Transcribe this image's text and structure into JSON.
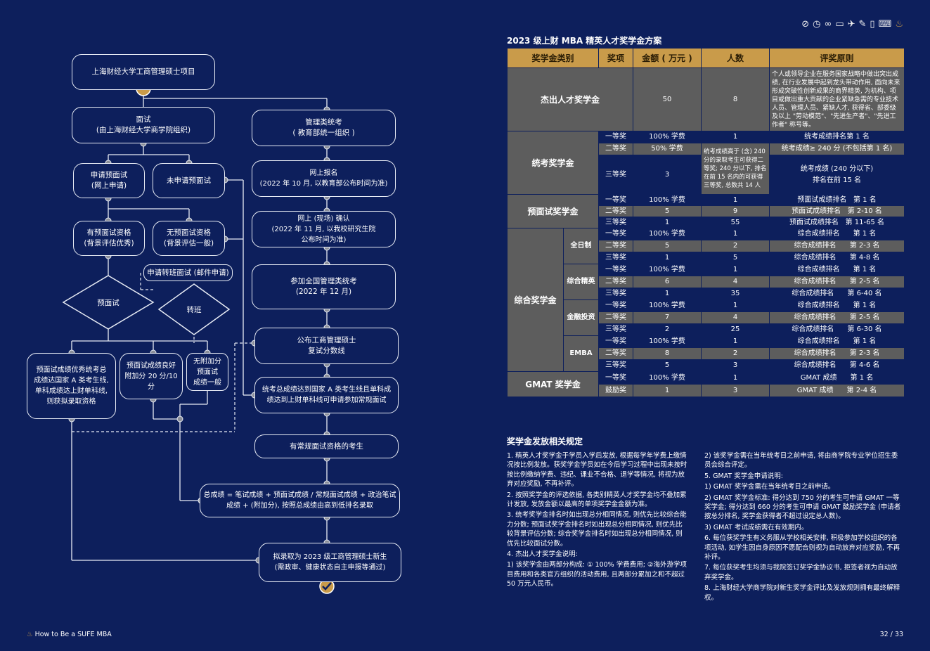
{
  "flow": {
    "n_program": "上海财经大学工商管理硕士项目",
    "n_interview": "面试\n(由上海财经大学商学院组织)",
    "n_apply_pre": "申请预面试\n(网上申请)",
    "n_no_apply_pre": "未申请预面试",
    "n_qualified": "有预面试资格\n(背景评估优秀)",
    "n_unqualified": "无预面试资格\n(背景评估一般)",
    "n_transfer_apply": "申请转班面试 (邮件申请)",
    "d_pre": "预面试",
    "d_transfer": "转班",
    "n_excellent": "预面试成绩优秀统考总\n成绩达国家 A 类考生线,\n单科成绩达上财单科线,\n则获拟录取资格",
    "n_good": "预面试成绩良好\n附加分 20 分/10 分",
    "n_no_bonus": "无附加分\n预面试\n成绩一般",
    "n_exam": "管理类统考\n( 教育部统一组织 )",
    "n_register": "网上报名\n(2022 年 10 月, 以教育部公布时间为准)",
    "n_confirm": "网上 (现场) 确认\n(2022 年 11 月, 以我校研究生院\n公布时间为准)",
    "n_national": "参加全国管理类统考\n(2022 年 12 月)",
    "n_line": "公布工商管理硕士\n复试分数线",
    "n_regular": "统考总成绩达到国家 A 类考生线且单科成\n绩达到上财单科线可申请参加常规面试",
    "n_candidates": "有常规面试资格的考生",
    "n_total": "总成绩 = 笔试成绩 + 预面试成绩 / 常规面试成绩 + 政治笔试\n成绩 + (附加分), 按照总成绩由高到低排名录取",
    "n_admit": "拟录取为 2023 级工商管理硕士新生\n(需政审、健康状态自主申报等通过)"
  },
  "icons": [
    "globe-icon",
    "clock-icon",
    "glasses-icon",
    "book-icon",
    "plane-icon",
    "pen-icon",
    "document-icon",
    "laptop-icon",
    "torch-icon"
  ],
  "table": {
    "title": "2023 级上财 MBA 精英人才奖学金方案",
    "headers": [
      "奖学金类别",
      "奖项",
      "金额 ( 万元 )",
      "人数",
      "评奖原则"
    ],
    "outstanding": {
      "cat": "杰出人才奖学金",
      "amount": "50",
      "count": "8",
      "rule": "个人或领导企业在服务国家战略中做出突出成绩, 在行业发展中起到龙头带动作用, 面向未来形成突破性创新成果的商界精英, 为机构、项目或做出重大贡献的企业紧缺急需的专业技术人员、管理人员、紧缺人才, 获得省、部委级及以上 \"劳动模范\"、\"先进生产者\"、\"先进工作者\" 称号等。"
    },
    "exam": {
      "cat": "统考奖学金",
      "r1": {
        "tier": "一等奖",
        "amount": "100% 学费",
        "count": "1",
        "rule": "统考成绩排名第 1 名"
      },
      "r2": {
        "tier": "二等奖",
        "amount": "50% 学费",
        "rule": "统考成绩≥ 240 分 (不包括第 1 名)"
      },
      "note": "统考成绩高于 (含) 240 分的录取考生可获得二等奖; 240 分以下, 排名在前 15 名内的可获得三等奖, 总数共 14 人",
      "r3": {
        "tier": "三等奖",
        "amount": "3",
        "rule": "统考成绩 (240 分以下)\n排名在前 15 名"
      }
    },
    "pre": {
      "cat": "预面试奖学金",
      "rows": [
        {
          "tier": "一等奖",
          "amount": "100% 学费",
          "count": "1",
          "rule": "预面试成绩排名",
          "rank": "第 1 名"
        },
        {
          "tier": "二等奖",
          "amount": "5",
          "count": "9",
          "rule": "预面试成绩排名",
          "rank": "第 2-10 名"
        },
        {
          "tier": "三等奖",
          "amount": "1",
          "count": "55",
          "rule": "预面试成绩排名",
          "rank": "第 11-65 名"
        }
      ]
    },
    "composite": {
      "cat": "综合奖学金",
      "groups": [
        {
          "name": "全日制",
          "rows": [
            {
              "tier": "一等奖",
              "amount": "100% 学费",
              "count": "1",
              "rule": "综合成绩排名",
              "rank": "第 1 名"
            },
            {
              "tier": "二等奖",
              "amount": "5",
              "count": "2",
              "rule": "综合成绩排名",
              "rank": "第 2-3 名"
            },
            {
              "tier": "三等奖",
              "amount": "1",
              "count": "5",
              "rule": "综合成绩排名",
              "rank": "第 4-8 名"
            }
          ]
        },
        {
          "name": "综合精英",
          "rows": [
            {
              "tier": "一等奖",
              "amount": "100% 学费",
              "count": "1",
              "rule": "综合成绩排名",
              "rank": "第 1 名"
            },
            {
              "tier": "二等奖",
              "amount": "6",
              "count": "4",
              "rule": "综合成绩排名",
              "rank": "第 2-5 名"
            },
            {
              "tier": "三等奖",
              "amount": "1",
              "count": "35",
              "rule": "综合成绩排名",
              "rank": "第 6-40 名"
            }
          ]
        },
        {
          "name": "金融投资",
          "rows": [
            {
              "tier": "一等奖",
              "amount": "100% 学费",
              "count": "1",
              "rule": "综合成绩排名",
              "rank": "第 1 名"
            },
            {
              "tier": "二等奖",
              "amount": "7",
              "count": "4",
              "rule": "综合成绩排名",
              "rank": "第 2-5 名"
            },
            {
              "tier": "三等奖",
              "amount": "2",
              "count": "25",
              "rule": "综合成绩排名",
              "rank": "第 6-30 名"
            }
          ]
        },
        {
          "name": "EMBA",
          "rows": [
            {
              "tier": "一等奖",
              "amount": "100% 学费",
              "count": "1",
              "rule": "综合成绩排名",
              "rank": "第 1 名"
            },
            {
              "tier": "二等奖",
              "amount": "8",
              "count": "2",
              "rule": "综合成绩排名",
              "rank": "第 2-3 名"
            },
            {
              "tier": "三等奖",
              "amount": "5",
              "count": "3",
              "rule": "综合成绩排名",
              "rank": "第 4-6 名"
            }
          ]
        }
      ]
    },
    "gmat": {
      "cat": "GMAT 奖学金",
      "rows": [
        {
          "tier": "一等奖",
          "amount": "100% 学费",
          "count": "1",
          "rule": "GMAT 成绩",
          "rank": "第 1 名"
        },
        {
          "tier": "鼓励奖",
          "amount": "1",
          "count": "3",
          "rule": "GMAT 成绩",
          "rank": "第 2-4 名"
        }
      ]
    }
  },
  "rules": {
    "title": "奖学金发放相关规定",
    "left": [
      "1. 精英人才奖学金于学员入学后发放, 根据每学年学费上缴情况按比例发放。获奖学金学员如在今后学习过程中出现未按时按比例缴纳学费、违纪、课业不合格、退学等情况, 将视为放弃对应奖励, 不再补评。",
      "2. 按照奖学金的评选依据, 各类别精英人才奖学金均不叠加累计发放, 发放金额以最高的单项奖学金金额为准。",
      "3. 统考奖学金排名时如出现总分相同情况, 则优先比较综合能力分数; 预面试奖学金排名时如出现总分相同情况, 则优先比较背景评估分数; 综合奖学金排名时如出现总分相同情况, 则优先比较面试分数。",
      "4. 杰出人才奖学金说明:",
      "1) 该奖学金由两部分构成: ① 100% 学费费用; ②海外游学项目费用和各类官方组织的活动费用, 且两部分累加之和不超过 50 万元人民币。"
    ],
    "right": [
      "2) 该奖学金需在当年统考日之前申请, 将由商学院专业学位招生委员会综合评定。",
      "5. GMAT 奖学金申请说明:",
      "1) GMAT 奖学金需在当年统考日之前申请。",
      "2) GMAT 奖学金标准: 得分达到 750 分的考生可申请 GMAT 一等奖学金; 得分达到 660 分的考生可申请 GMAT 鼓励奖学金 (申请者按总分排名, 奖学金获得者不超过设定总人数)。",
      "3) GMAT 考试成绩需在有效期内。",
      "6. 每位获奖学生有义务服从学校相关安排, 积极参加学校组织的各项活动, 如学生因自身原因不愿配合则视为自动放弃对应奖励, 不再补评。",
      "7. 每位获奖考生均须与我院签订奖学金协议书, 拒签者视为自动放弃奖学金。",
      "8. 上海财经大学商学院对新生奖学金评比及发放规则拥有最终解释权。"
    ]
  },
  "footer": {
    "left": "How to Be a SUFE MBA",
    "right": "32 / 33"
  }
}
